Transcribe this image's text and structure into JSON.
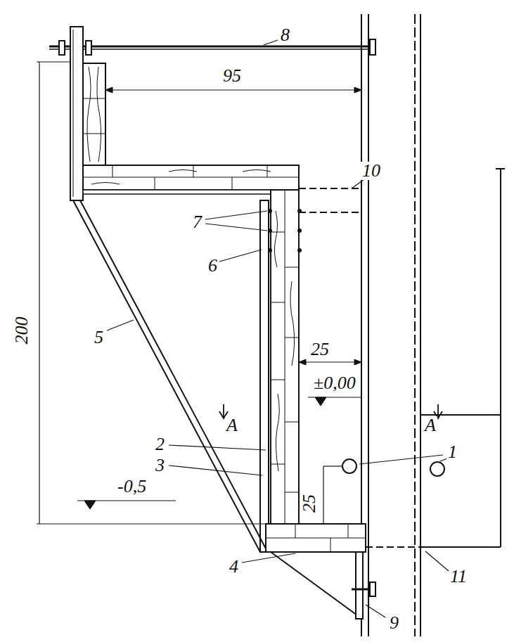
{
  "diagram": {
    "labels": [
      "8",
      "95",
      "10",
      "7",
      "6",
      "200",
      "5",
      "25",
      "±0,00",
      "A",
      "A",
      "1",
      "2",
      "3",
      "25",
      "-0,5",
      "4",
      "11",
      "9"
    ]
  }
}
